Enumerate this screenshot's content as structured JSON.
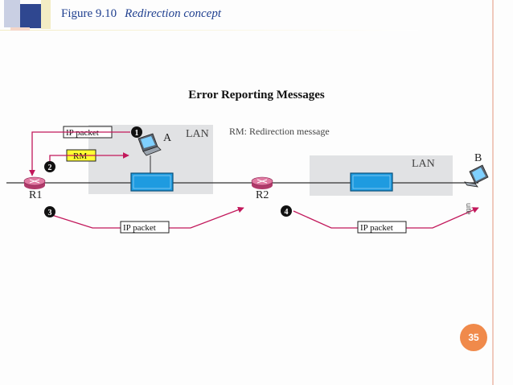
{
  "figure": {
    "number": "Figure 9.10",
    "caption": "Redirection concept"
  },
  "heading": "Error Reporting Messages",
  "diagram": {
    "legend": "RM: Redirection message",
    "lan_label": "LAN",
    "host_a": "A",
    "host_b": "B",
    "router_1": "R1",
    "router_2": "R2",
    "ip_packet": "IP packet",
    "rm": "RM",
    "steps": [
      "1",
      "2",
      "3",
      "4"
    ]
  },
  "side_text": "uite",
  "page_number": "35",
  "colors": {
    "title_blue": "#1f3f8f",
    "arrow_magenta": "#c2185b",
    "switch_blue": "#1e9be0",
    "rm_yellow": "#ffff33",
    "lan_gray": "#e1e2e4",
    "badge_orange": "#f08a4b"
  }
}
